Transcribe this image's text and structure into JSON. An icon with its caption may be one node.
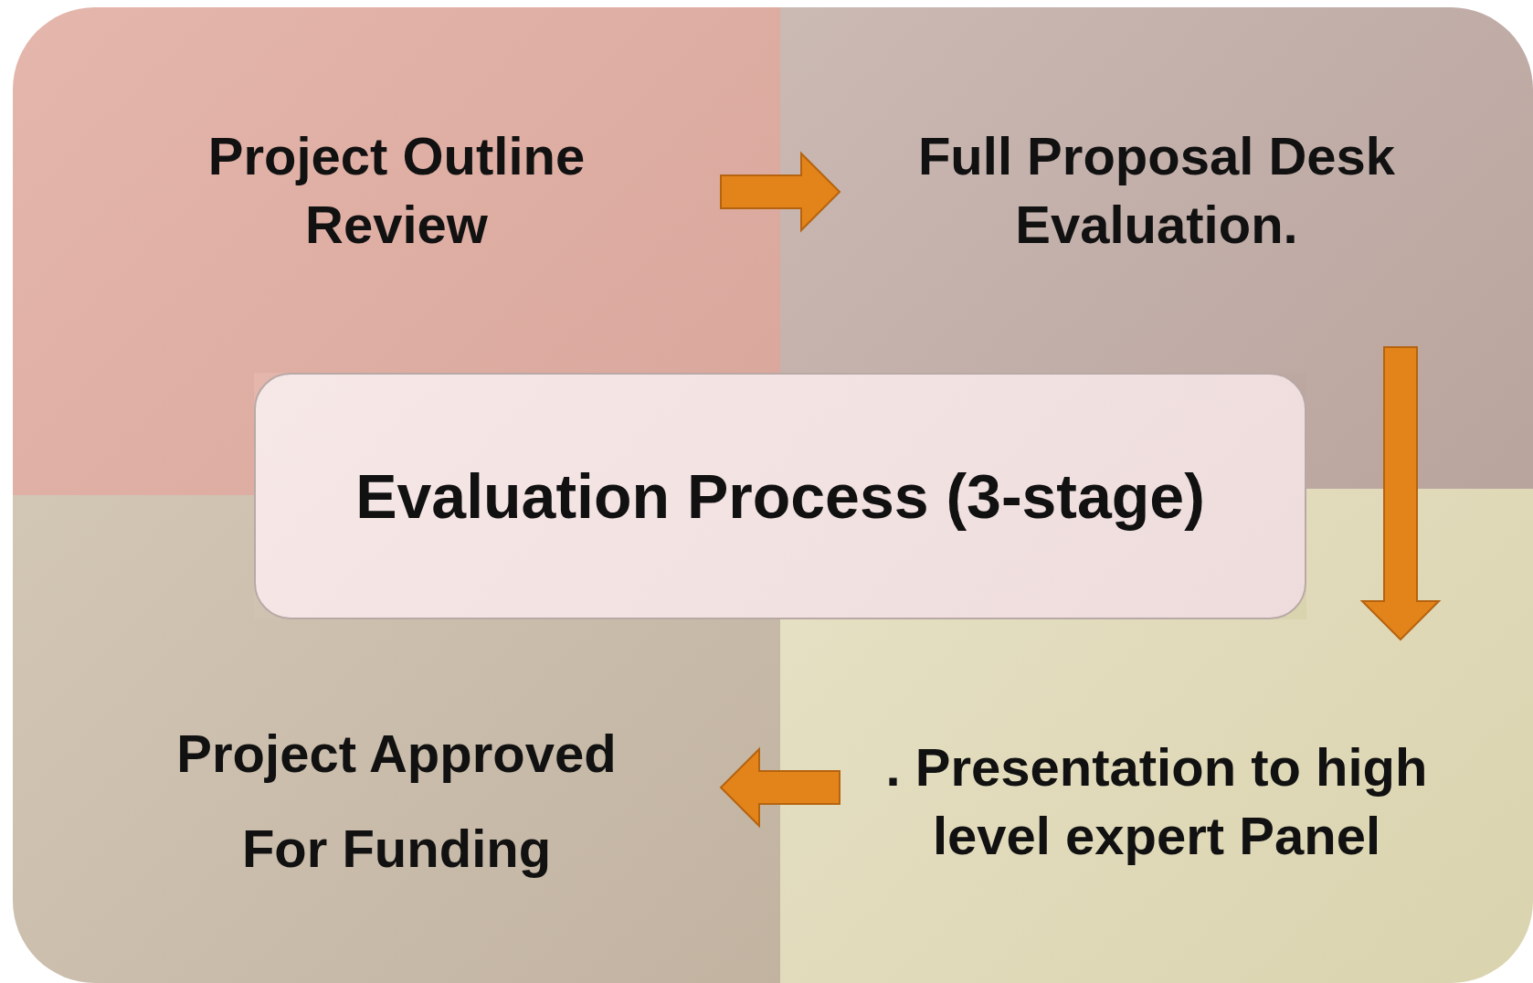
{
  "diagram": {
    "nodes": [
      {
        "text": [
          "Project Outline Review"
        ]
      },
      {
        "text": [
          "Full Proposal Desk Evaluation."
        ]
      },
      {
        "text": [
          "Evaluation Process (3-stage)"
        ]
      },
      {
        "text": [
          "Project Approved For Funding"
        ]
      },
      {
        "text": [
          ". Presentation to high level expert Panel"
        ]
      }
    ],
    "edges": [
      {
        "from": 0,
        "to": 1,
        "arrow": "to"
      },
      {
        "from": 1,
        "to": 4,
        "arrow": "to"
      },
      {
        "from": 4,
        "to": 3,
        "arrow": "to"
      }
    ]
  }
}
